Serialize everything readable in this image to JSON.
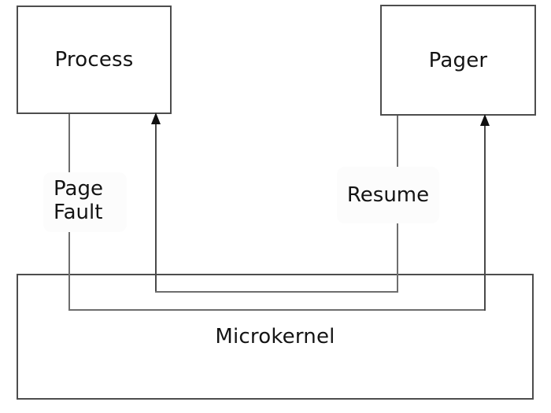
{
  "nodes": {
    "process": {
      "label": "Process"
    },
    "pager": {
      "label": "Pager"
    },
    "microkernel": {
      "label": "Microkernel"
    }
  },
  "edges": {
    "page_fault": {
      "label_line1": "Page",
      "label_line2": "Fault",
      "from": "Process",
      "to": "Pager",
      "direction": "up-arrow-into-Pager"
    },
    "resume": {
      "label": "Resume",
      "from": "Pager",
      "to": "Process",
      "direction": "up-arrow-into-Process"
    }
  },
  "colors": {
    "background": "#ffffff",
    "box_border": "#4d4d4d",
    "connector": "#6e6e6e",
    "arrow_line": "#4a4a4a",
    "arrowhead": "#101010",
    "text": "#141414",
    "label_background": "#fcfcfc"
  }
}
